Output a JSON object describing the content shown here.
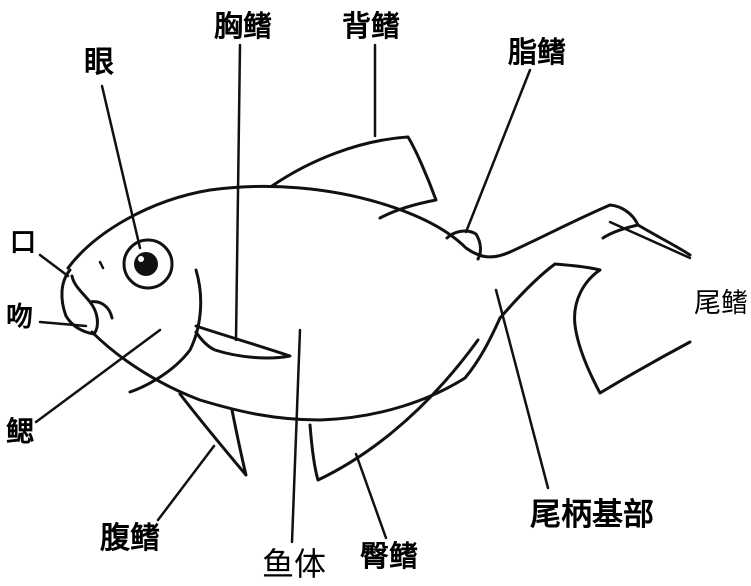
{
  "labels": {
    "eye": "眼",
    "pectoral_fin": "胸鳍",
    "dorsal_fin": "背鳍",
    "adipose_fin": "脂鳍",
    "mouth": "口",
    "snout": "吻",
    "caudal_fin": "尾鳍",
    "gill": "鳃",
    "caudal_peduncle_base": "尾柄基部",
    "pelvic_fin": "腹鳍",
    "body": "鱼体",
    "anal_fin": "臀鳍"
  }
}
